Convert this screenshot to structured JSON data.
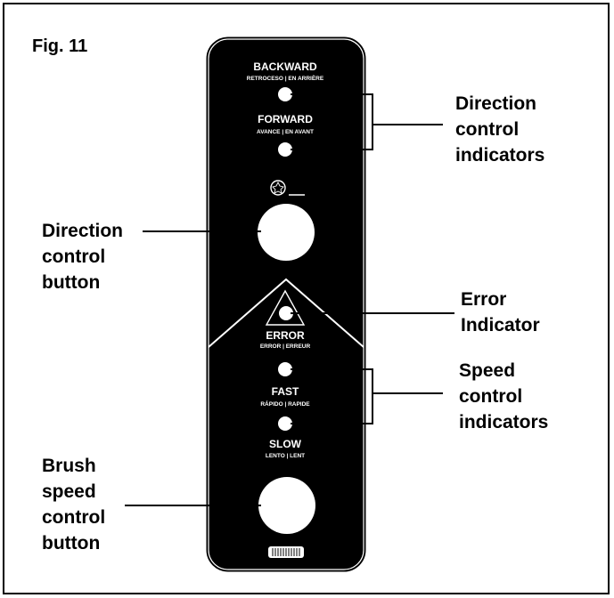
{
  "figure": {
    "label": "Fig. 11"
  },
  "panel": {
    "backward": {
      "label": "BACKWARD",
      "sub": "RETROCESO | EN ARRIÈRE"
    },
    "forward": {
      "label": "FORWARD",
      "sub": "AVANCE | EN AVANT"
    },
    "error": {
      "label": "ERROR",
      "sub": "ERROR | ERREUR"
    },
    "fast": {
      "label": "FAST",
      "sub": "RÁPIDO | RAPIDE"
    },
    "slow": {
      "label": "SLOW",
      "sub": "LENTO | LENT"
    }
  },
  "callouts": {
    "direction_indicators": [
      "Direction",
      "control",
      "indicators"
    ],
    "direction_button": [
      "Direction",
      "control",
      "button"
    ],
    "error_indicator": [
      "Error",
      "Indicator"
    ],
    "speed_indicators": [
      "Speed",
      "control",
      "indicators"
    ],
    "brush_button": [
      "Brush",
      "speed",
      "control",
      "button"
    ]
  },
  "colors": {
    "panel": "#000000",
    "foreground": "#ffffff",
    "line": "#000000"
  },
  "icons": [
    "brush-icon",
    "warning-triangle-icon",
    "connector-strip-icon"
  ]
}
